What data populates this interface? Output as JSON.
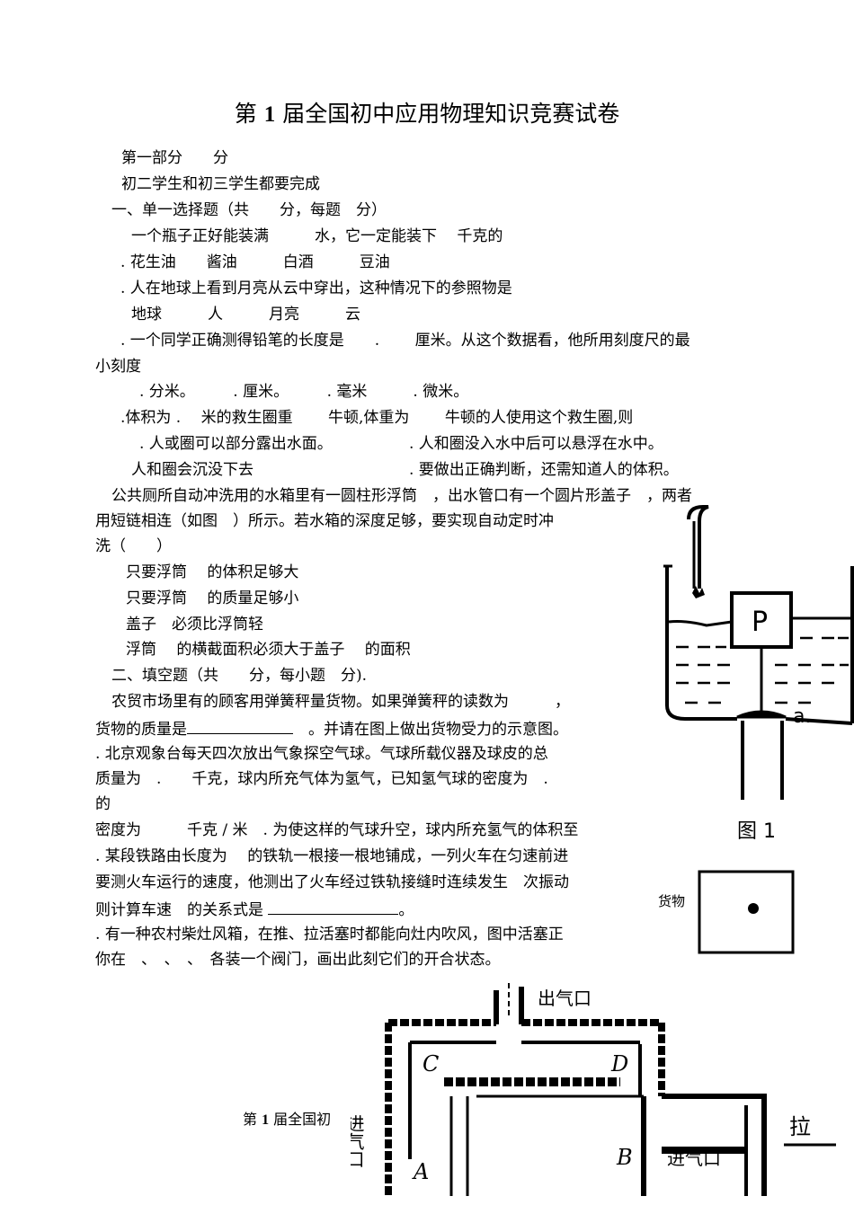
{
  "title": {
    "pre": "第 ",
    "num": "1",
    "post": " 届全国初中应用物理知识竞赛试卷"
  },
  "part1": "第一部分　　分",
  "part1_note": "初二学生和初三学生都要完成",
  "section1": "一、单一选择题（共　　分，每题　分）",
  "q1": "一个瓶子正好能装满　　　水，它一定能装下　 千克的",
  "q1_opts": ". 花生油　　酱油　　　白酒　　　豆油",
  "q2": ". 人在地球上看到月亮从云中穿出，这种情况下的参照物是",
  "q2_opts": "地球　　　人　　　月亮　　　云",
  "q3_line1": ". 一个同学正确测得铅笔的长度是　　.　　 厘米。从这个数据看，他所用刻度尺的最",
  "q3_line2": "小刻度",
  "q3_opts": ". 分米。　　　. 厘米。　　　. 毫米　　　. 微米。",
  "q4": ".体积为 .　 米的救生圈重　　 牛顿,体重为　　 牛顿的人使用这个救生圈,则",
  "q4_optA": ". 人或圈可以部分露出水面。",
  "q4_optB": ". 人和圈没入水中后可以悬浮在水中。",
  "q4_optC": "人和圈会沉没下去",
  "q4_optD": ". 要做出正确判断，还需知道人的体积。",
  "q5_line1": "公共厕所自动冲洗用的水箱里有一圆柱形浮筒　，出水管口有一个圆片形盖子　，两者",
  "q5_line2": "用短链相连（如图　）所示。若水箱的深度足够，要实现自动定时冲",
  "q5_line3": "洗（　　）",
  "q5_opt1": "只要浮筒　 的体积足够大",
  "q5_opt2": "只要浮筒　 的质量足够小",
  "q5_opt3": "盖子　必须比浮筒轻",
  "q5_opt4": "浮筒　 的横截面积必须大于盖子　 的面积",
  "section2": "二、填空题（共　　分，每小题　分).",
  "f1_line1": "农贸市场里有的顾客用弹簧秤量货物。如果弹簧秤的读数为　　　，",
  "f1_line2a": "货物的质量是",
  "f1_line2b": "　。并请在图上做出货物受力的示意图。",
  "f2_line1": ". 北京观象台每天四次放出气象探空气球。气球所载仪器及球皮的总",
  "f2_line2": "质量为　.　　千克，球内所充气体为氢气，已知氢气球的密度为　.",
  "f2_line3": "的",
  "f2_line4": "密度为　　　千克 / 米　. 为使这样的气球升空，球内所充氢气的体积至",
  "f3_line1": ". 某段铁路由长度为　 的铁轨一根接一根地铺成，一列火车在匀速前进",
  "f3_line2": "要测火车运行的速度，他测出了火车经过铁轨接缝时连续发生　次振动",
  "f3_line3a": "则计算车速　的关系式是",
  "f3_line3b": "。",
  "f4_line1": ". 有一种农村柴灶风箱，在推、拉活塞时都能向灶内吹风，图中活塞正",
  "f4_line2": "你在　、　、　、　各装一个阀门，画出此刻它们的开合状态。",
  "fig1_float": "P",
  "fig1_lid": "a.",
  "fig1_caption": "图 1",
  "fig2_label": "货物",
  "fig3_outlet": "出气口",
  "fig3_C": "C",
  "fig3_D": "D",
  "fig3_A": "A",
  "fig3_B": "B",
  "fig3_inlet_left": "进气口",
  "fig3_inlet_right": "进气口",
  "fig3_pull": "拉",
  "footer": {
    "pre": "第 ",
    "num": "1",
    "post": " 届全国初"
  }
}
